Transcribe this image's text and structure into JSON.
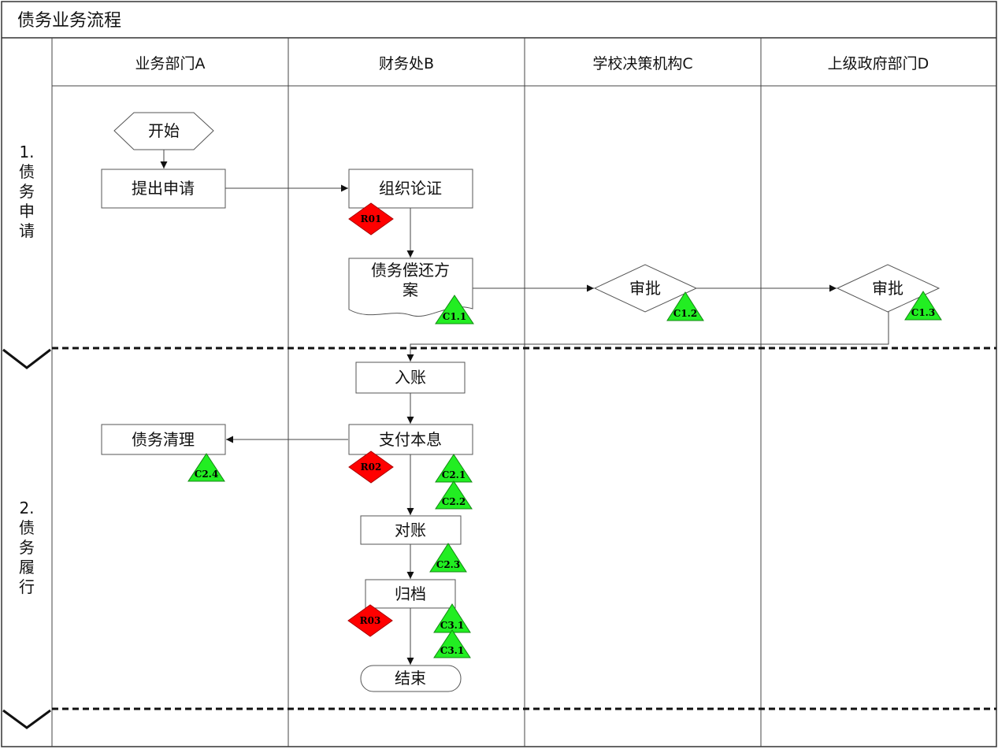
{
  "title": "债务业务流程",
  "columns": [
    "业务部门A",
    "财务处B",
    "学校决策机构C",
    "上级政府部门D"
  ],
  "stages": [
    {
      "number": "1.",
      "chars": [
        "债",
        "务",
        "申",
        "请"
      ]
    },
    {
      "number": "2.",
      "chars": [
        "债",
        "务",
        "履",
        "行"
      ]
    }
  ],
  "nodes": {
    "start": "开始",
    "apply": "提出申请",
    "organize": "组织论证",
    "plan_line1": "债务偿还方",
    "plan_line2": "案",
    "approve_c": "审批",
    "approve_d": "审批",
    "account": "入账",
    "settle": "债务清理",
    "pay": "支付本息",
    "reconcile": "对账",
    "archive": "归档",
    "end": "结束"
  },
  "risks": {
    "r01": "R01",
    "r02": "R02",
    "r03": "R03"
  },
  "controls": {
    "c11": "C1.1",
    "c12": "C1.2",
    "c13": "C1.3",
    "c21": "C2.1",
    "c22": "C2.2",
    "c23": "C2.3",
    "c24": "C2.4",
    "c31a": "C3.1",
    "c31b": "C3.1"
  },
  "colors": {
    "risk": "#ff0000",
    "control": "#22ee22",
    "line": "#444444"
  }
}
